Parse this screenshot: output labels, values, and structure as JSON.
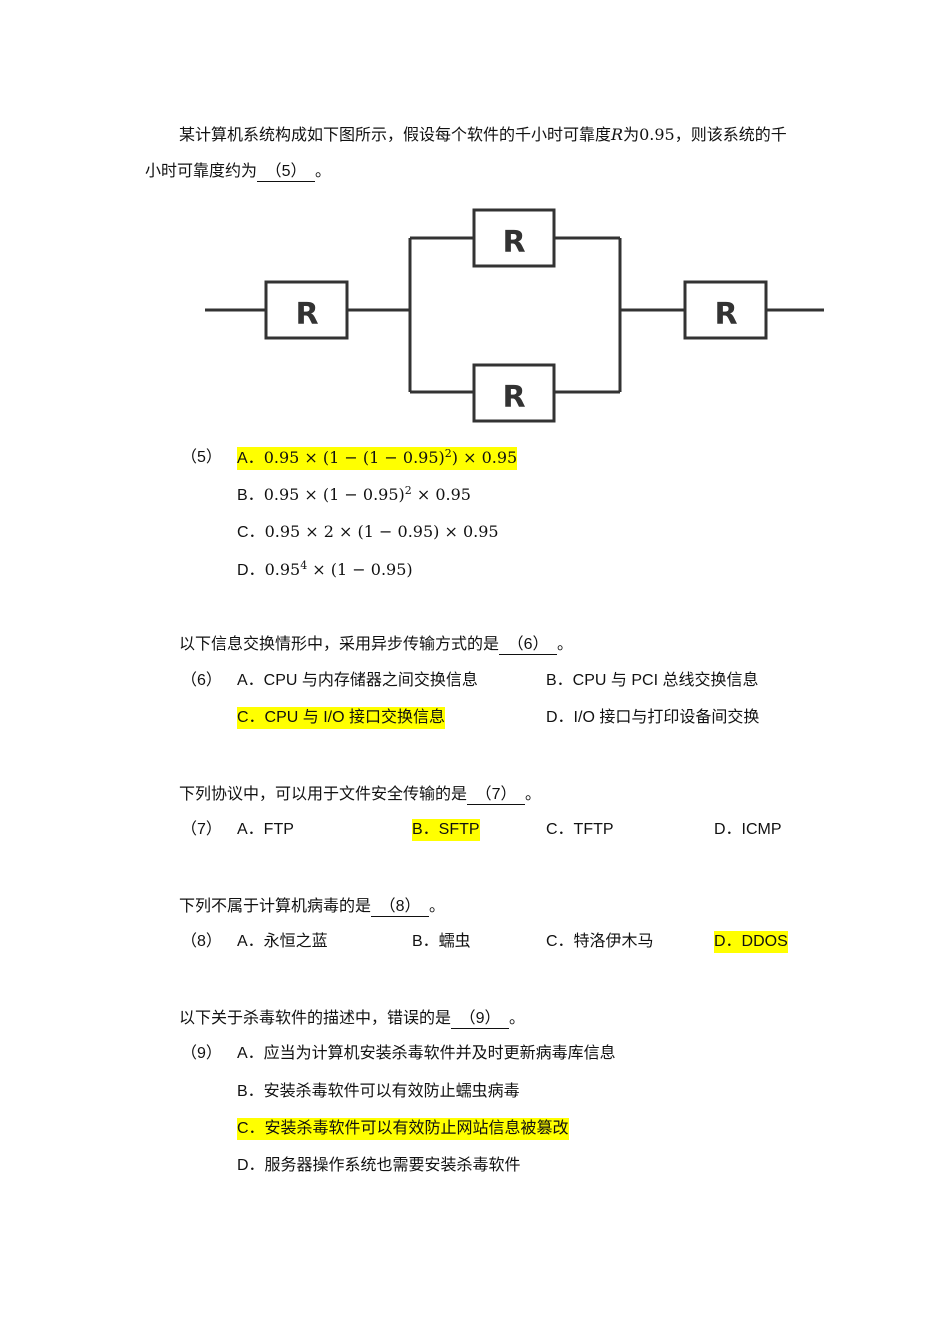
{
  "q5": {
    "stem_line1_a": "某计算机系统构成如下图所示，假设每个软件的千小时可靠度",
    "stem_var": "R",
    "stem_line1_b": "为0.95，则该系统的千",
    "stem_line2_a": "小时可靠度约为",
    "blank": "（5）",
    "stem_line2_b": "。",
    "diagram_labels": [
      "R",
      "R",
      "R",
      "R"
    ],
    "num": "（5）",
    "options": [
      {
        "label": "A．",
        "expr": "0.95 × (1 − (1 − 0.95)",
        "sup": "2",
        "tail": ") × 0.95",
        "highlighted": true
      },
      {
        "label": "B．",
        "expr": "0.95 × (1 − 0.95)",
        "sup": "2",
        "tail": " × 0.95",
        "highlighted": false
      },
      {
        "label": "C．",
        "expr": "0.95 × 2 × (1 − 0.95) × 0.95",
        "sup": "",
        "tail": "",
        "highlighted": false
      },
      {
        "label": "D．",
        "expr": "0.95",
        "sup": "4",
        "tail": " × (1 − 0.95)",
        "highlighted": false
      }
    ]
  },
  "q6": {
    "stem": "以下信息交换情形中，采用异步传输方式的是",
    "blank": "（6）",
    "end": "。",
    "num": "（6）",
    "options": [
      {
        "text": "A．CPU 与内存储器之间交换信息",
        "highlighted": false
      },
      {
        "text": "B．CPU 与 PCI 总线交换信息",
        "highlighted": false
      },
      {
        "text": "C．CPU 与 I/O 接口交换信息",
        "highlighted": true
      },
      {
        "text": "D．I/O 接口与打印设备间交换",
        "highlighted": false
      }
    ]
  },
  "q7": {
    "stem": "下列协议中，可以用于文件安全传输的是",
    "blank": "（7）",
    "end": "。",
    "num": "（7）",
    "options": [
      {
        "text": "A．FTP",
        "highlighted": false
      },
      {
        "text": "B．SFTP",
        "highlighted": true
      },
      {
        "text": "C．TFTP",
        "highlighted": false
      },
      {
        "text": "D．ICMP",
        "highlighted": false
      }
    ]
  },
  "q8": {
    "stem": "下列不属于计算机病毒的是",
    "blank": "（8）",
    "end": "。",
    "num": "（8）",
    "options": [
      {
        "text": "A．永恒之蓝",
        "highlighted": false
      },
      {
        "text": "B．蠕虫",
        "highlighted": false
      },
      {
        "text": "C．特洛伊木马",
        "highlighted": false
      },
      {
        "text": "D．DDOS",
        "highlighted": true
      }
    ]
  },
  "q9": {
    "stem": "以下关于杀毒软件的描述中，错误的是",
    "blank": "（9）",
    "end": "。",
    "num": "（9）",
    "options": [
      {
        "text": "A．应当为计算机安装杀毒软件并及时更新病毒库信息",
        "highlighted": false
      },
      {
        "text": "B．安装杀毒软件可以有效防止蠕虫病毒",
        "highlighted": false
      },
      {
        "text": "C．安装杀毒软件可以有效防止网站信息被篡改",
        "highlighted": true
      },
      {
        "text": "D．服务器操作系统也需要安装杀毒软件",
        "highlighted": false
      }
    ]
  }
}
